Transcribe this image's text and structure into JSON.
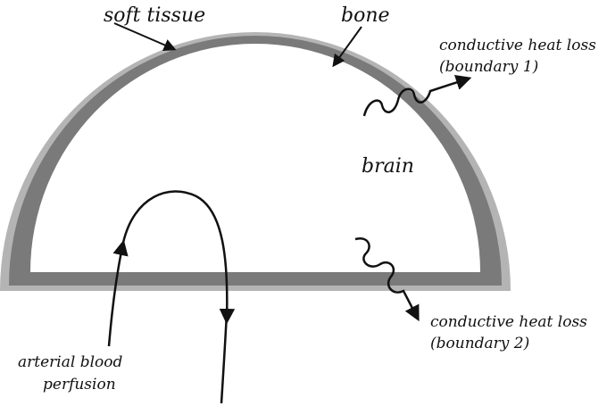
{
  "labels": {
    "soft_tissue": "soft tissue",
    "bone": "bone",
    "brain": "brain",
    "heat_loss_1_line1": "conductive heat loss",
    "heat_loss_1_line2": "(boundary 1)",
    "heat_loss_2_line1": "conductive heat loss",
    "heat_loss_2_line2": "(boundary 2)",
    "perfusion_line1": "arterial blood",
    "perfusion_line2": "perfusion"
  },
  "colors": {
    "soft_tissue": "#b4b4b4",
    "bone": "#7a7a7a",
    "brain": "#ffffff",
    "ink": "#111111"
  }
}
